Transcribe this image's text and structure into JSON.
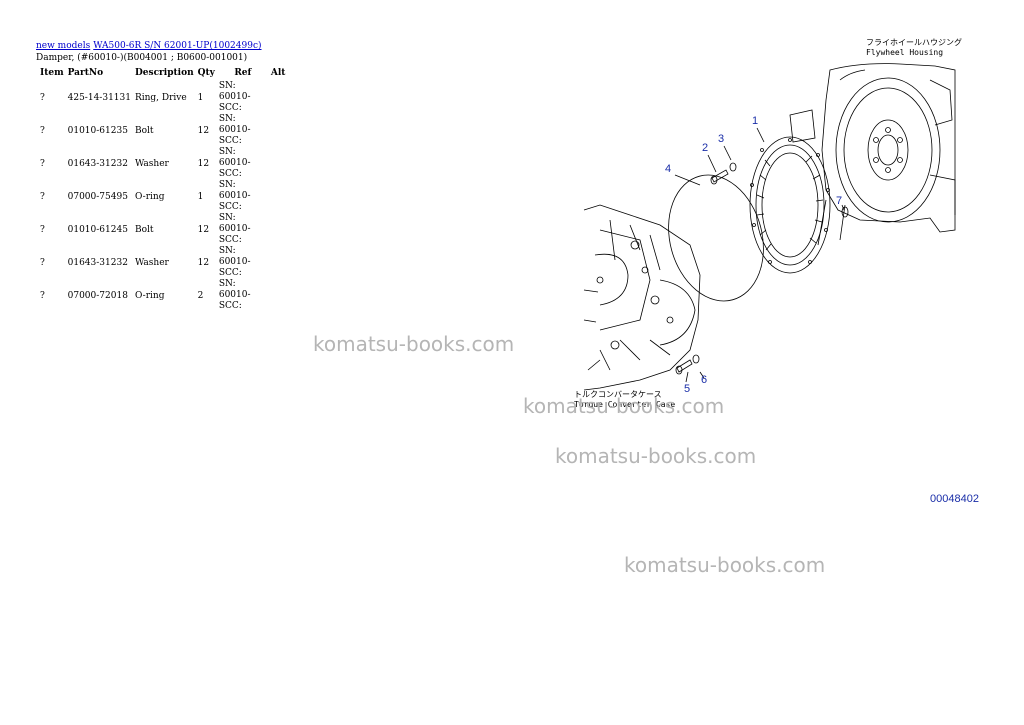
{
  "breadcrumb": {
    "link1": "new models",
    "link2": "WA500-6R S/N 62001-UP(1002499c)"
  },
  "subtitle": "Damper, (#60010-)(B004001 ; B0600-001001)",
  "table": {
    "headers": [
      "Item",
      "PartNo",
      "Description",
      "Qty",
      "Ref",
      "Alt"
    ],
    "rows": [
      {
        "item": "?",
        "part": "425-14-31131",
        "desc": "Ring, Drive",
        "qty": "1",
        "ref": "SN: 60010-SCC:",
        "alt": ""
      },
      {
        "item": "?",
        "part": "01010-61235",
        "desc": "Bolt",
        "qty": "12",
        "ref": "SN: 60010-SCC:",
        "alt": ""
      },
      {
        "item": "?",
        "part": "01643-31232",
        "desc": "Washer",
        "qty": "12",
        "ref": "SN: 60010-SCC:",
        "alt": ""
      },
      {
        "item": "?",
        "part": "07000-75495",
        "desc": "O-ring",
        "qty": "1",
        "ref": "SN: 60010-SCC:",
        "alt": ""
      },
      {
        "item": "?",
        "part": "01010-61245",
        "desc": "Bolt",
        "qty": "12",
        "ref": "SN: 60010-SCC:",
        "alt": ""
      },
      {
        "item": "?",
        "part": "01643-31232",
        "desc": "Washer",
        "qty": "12",
        "ref": "SN: 60010-SCC:",
        "alt": ""
      },
      {
        "item": "?",
        "part": "07000-72018",
        "desc": "O-ring",
        "qty": "2",
        "ref": "SN: 60010-SCC:",
        "alt": ""
      }
    ]
  },
  "watermarks": [
    "komatsu-books.com",
    "komatsu-books.com",
    "komatsu-books.com",
    "komatsu-books.com"
  ],
  "figure": {
    "flywheel_jp": "フライホイールハウジング",
    "flywheel_en": "Flywheel Housing",
    "torque_jp": "トルクコンバータケース",
    "torque_en": "Torque Converter Case",
    "callouts": [
      "1",
      "2",
      "3",
      "4",
      "5",
      "6",
      "7"
    ],
    "figure_number": "00048402"
  }
}
